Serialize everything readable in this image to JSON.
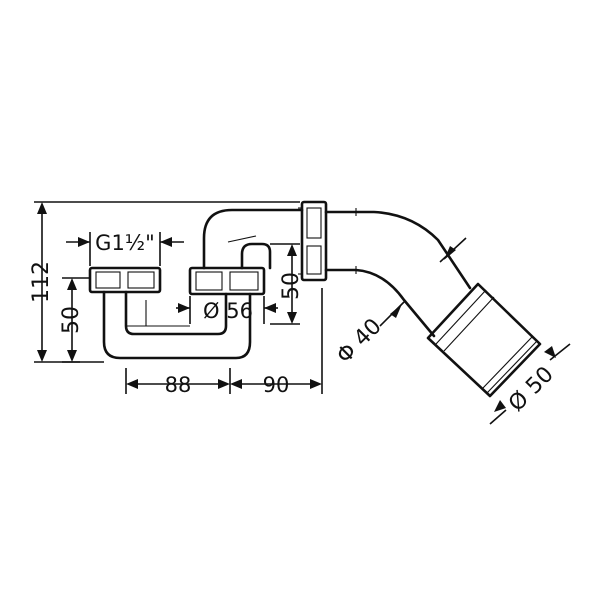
{
  "dimensions": {
    "height_total": "112",
    "height_inlet": "50",
    "thread": "G1½\"",
    "diameter_inlet": "Ø 56",
    "height_outlet": "50",
    "width_left": "88",
    "width_right": "90",
    "diameter_pipe": "Φ 40",
    "diameter_outlet": "Ø 50"
  },
  "colors": {
    "line": "#111111",
    "background": "#ffffff"
  }
}
